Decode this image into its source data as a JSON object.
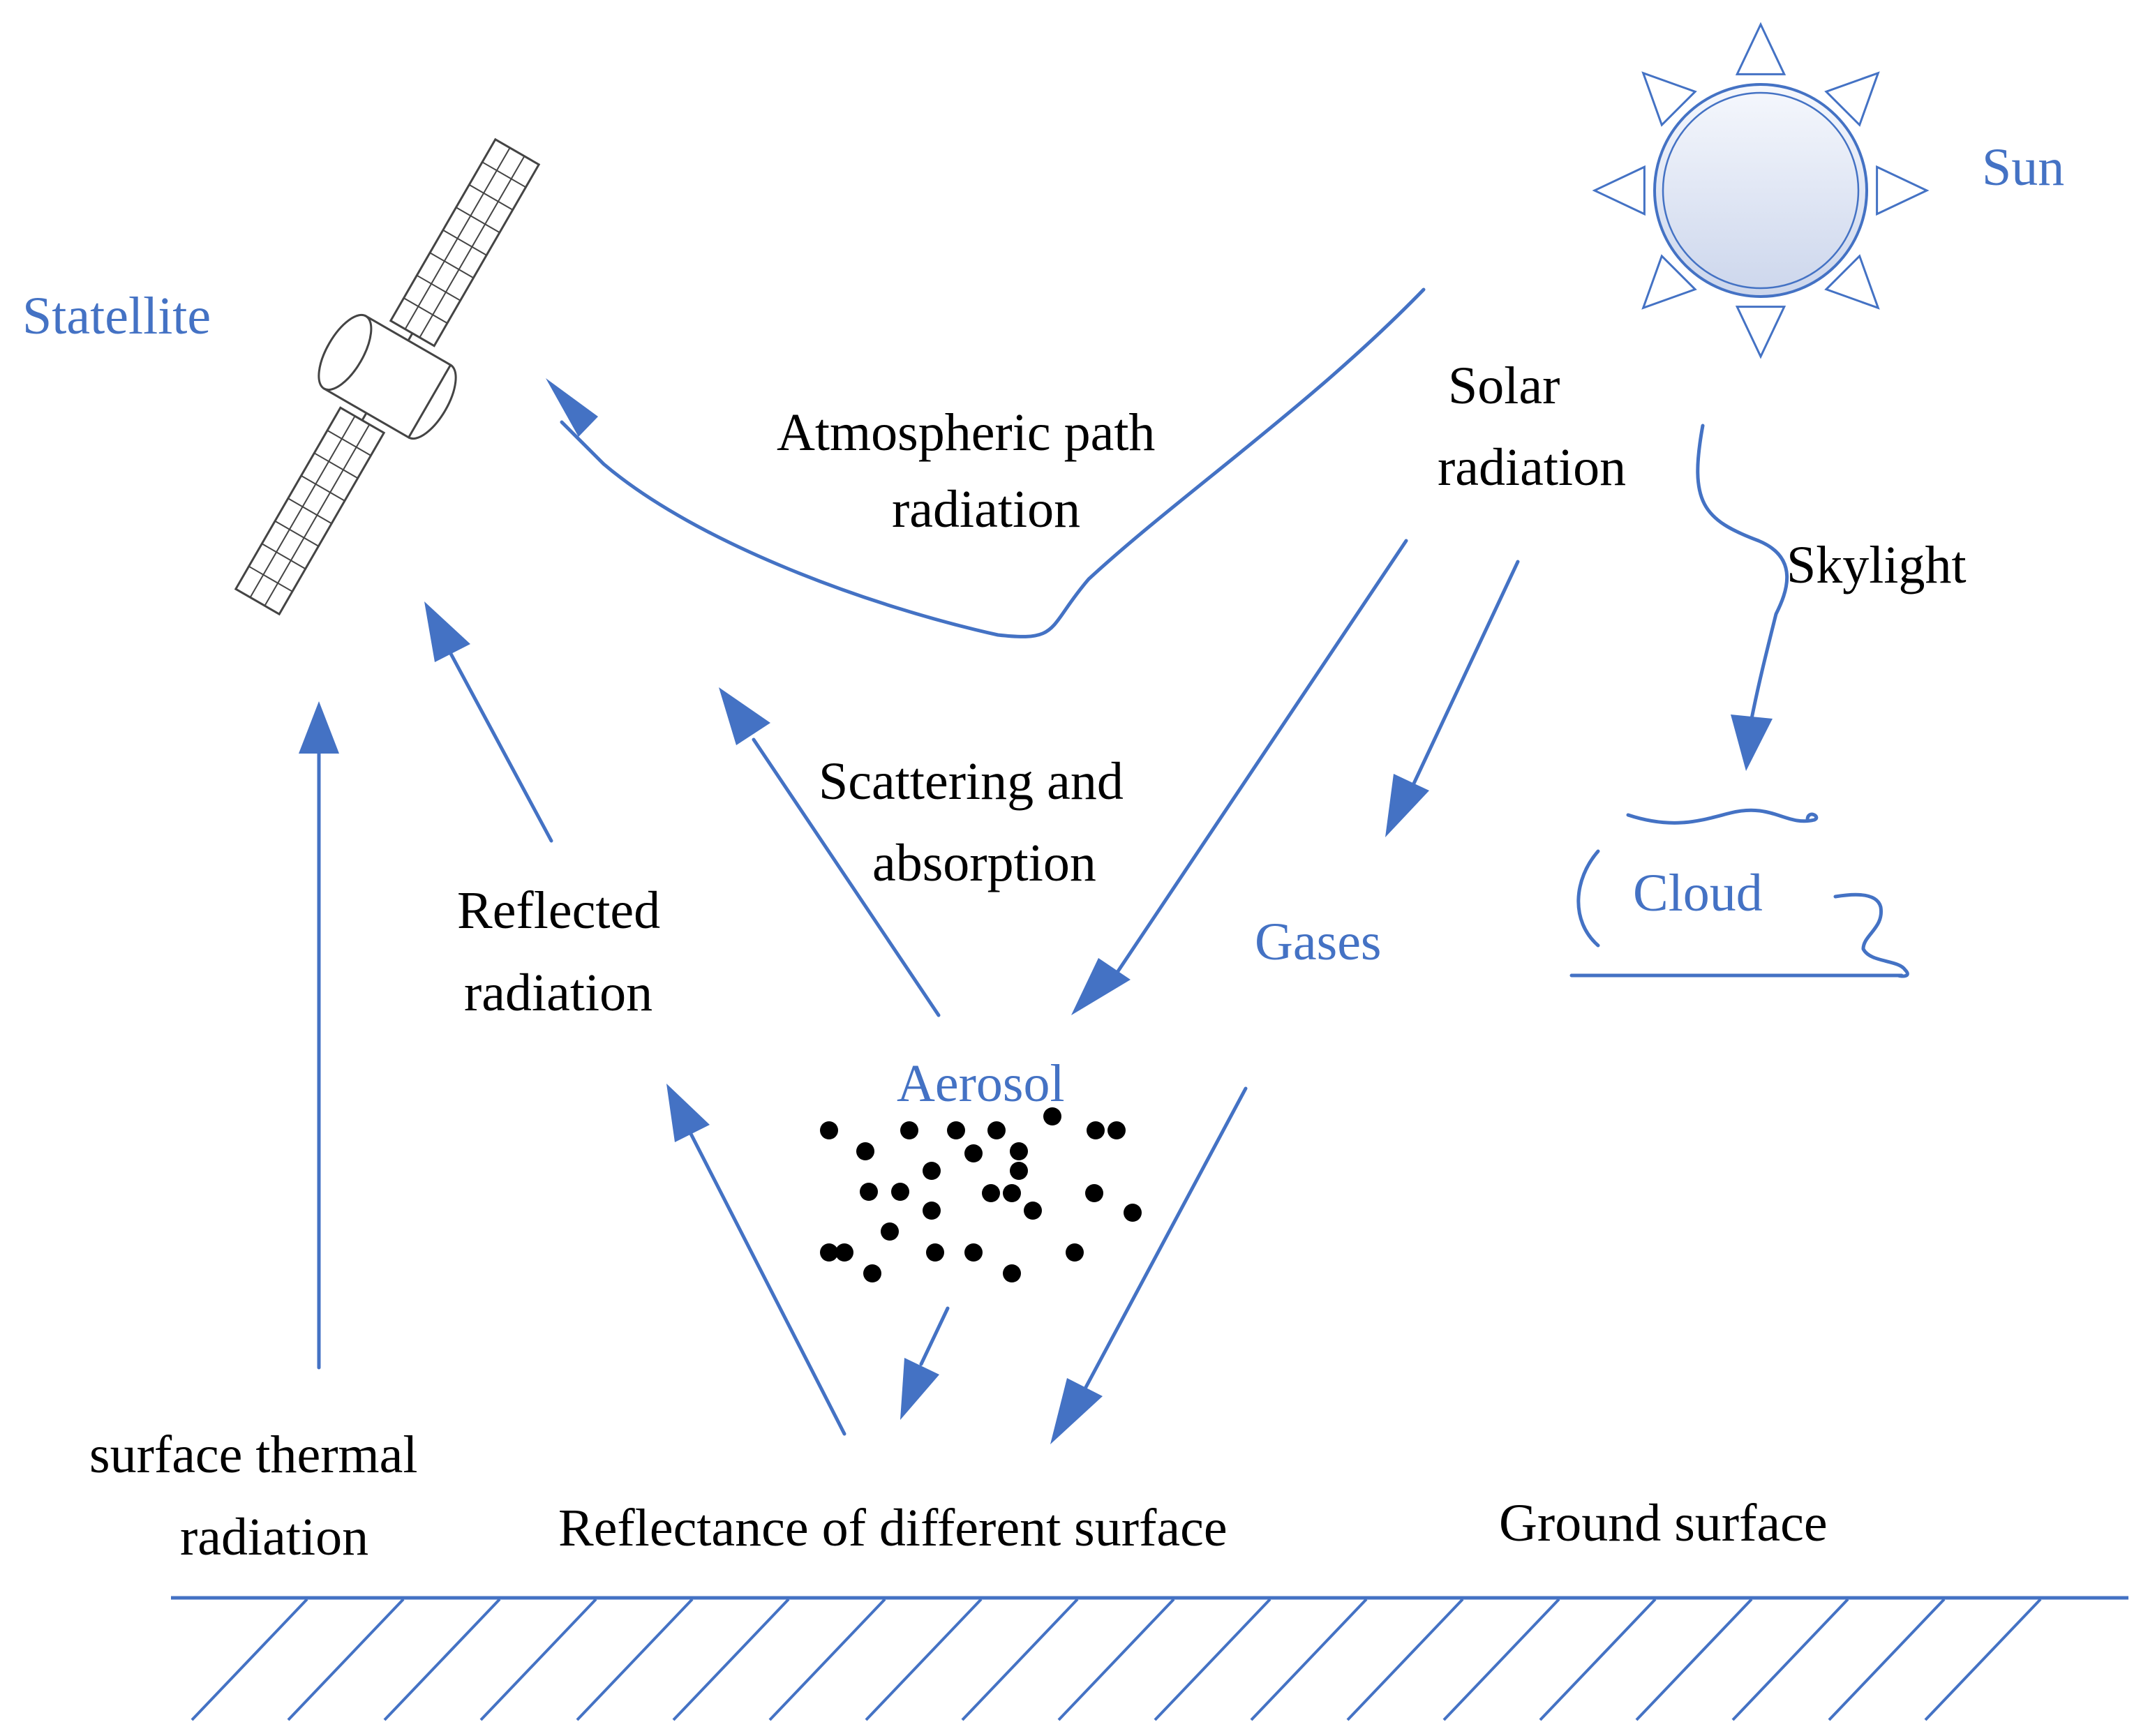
{
  "labels": {
    "satellite": "Statellite",
    "sun": "Sun",
    "solar_radiation_1": "Solar",
    "solar_radiation_2": "radiation",
    "atmospheric_path_1": "Atmospheric path",
    "atmospheric_path_2": "radiation",
    "skylight": "Skylight",
    "scattering_1": "Scattering and",
    "scattering_2": "absorption",
    "reflected_1": "Reflected",
    "reflected_2": "radiation",
    "gases": "Gases",
    "cloud": "Cloud",
    "aerosol": "Aerosol",
    "surface_thermal_1": "surface thermal",
    "surface_thermal_2": "radiation",
    "reflectance": "Reflectance of different surface",
    "ground_surface": "Ground surface"
  },
  "colors": {
    "accent": "#4472C4",
    "text": "#000000",
    "particles": "#000000"
  },
  "icons": [
    "satellite-icon",
    "sun-icon",
    "cloud-icon",
    "aerosol-particles",
    "ground-hatch"
  ]
}
